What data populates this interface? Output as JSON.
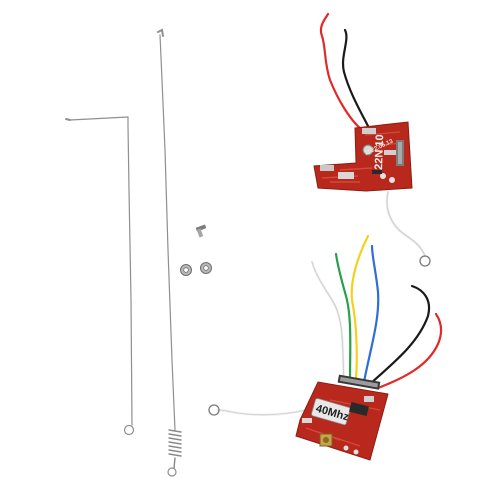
{
  "photo": {
    "background": "#ffffff",
    "colors": {
      "pcb": "#b8281c",
      "pcb_dark": "#8e1d13",
      "pcb_light": "#d34a36",
      "wire_red": "#e02a2a",
      "wire_black": "#1a1a1a",
      "wire_white": "#f2f2f2",
      "wire_yellow": "#f2d21c",
      "wire_blue": "#2d6fd6",
      "wire_green": "#27a04a",
      "metal": "#9a9a9a",
      "label_bg": "#e8e8e8"
    },
    "receiver_board": {
      "silkscreen_markings": [
        "22N 10",
        "2022.06.13"
      ]
    },
    "transmitter_board": {
      "chip_label": "40Mhz"
    }
  }
}
